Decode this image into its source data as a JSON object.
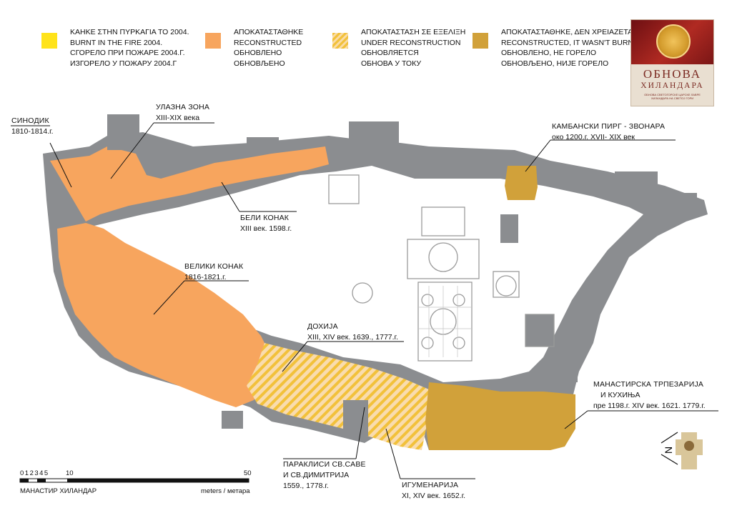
{
  "legend": [
    {
      "color": "#ffe31a",
      "hatch": false,
      "lines": [
        "ΚΑΗΚΕ ΣΤΗΝ ΠΥΡΚΑΓΙΑ ΤΟ 2004.",
        "BURNT IN THE FIRE 2004.",
        "СГОРЕЛО ПРИ ПОЖАРЕ 2004.Г.",
        "ИЗГОРЕЛО У ПОЖАРУ 2004.Г"
      ]
    },
    {
      "color": "#f7a55e",
      "hatch": false,
      "lines": [
        "ΑΠΟΚΑΤΑΣΤΑΘΗΚΕ",
        "RECONSTRUCTED",
        "ОБНОВЛЕНО",
        "ОБНОВЉЕНО"
      ]
    },
    {
      "color": "#f7b36a",
      "hatch": true,
      "lines": [
        "ΑΠΟΚΑΤΑΣΤΑΣΗ ΣΕ ΕΞΕΛΙΞΗ",
        "UNDER RECONSTRUCTION",
        "ОБНОВЛЯЕТСЯ",
        "ОБНОВА У ТОКУ"
      ]
    },
    {
      "color": "#d1a13a",
      "hatch": false,
      "lines": [
        "ΑΠΟΚΑΤΑΣΤΑΘΗΚΕ, ΔΕΝ ΧΡΕΙΑΖΕΤΑΙ",
        "RECONSTRUCTED, IT WASN'T BURNING",
        "ОБНОВЛЕНО, НЕ ГОРЕЛО",
        "ОБНОВЉЕНО, НИЈЕ ГОРЕЛО"
      ]
    }
  ],
  "logo": {
    "title": "ОБНОВА",
    "subtitle": "ХИЛАНДАРА",
    "small": "ОБНОВА СВЕТОГОРСКЕ ЦАРСКЕ ЛАВРЕ ХИЛАНДАРА НА СВЕТОЈ ГОРИ"
  },
  "labels": {
    "sinodik": {
      "title": "СИНОДИК",
      "date": "1810-1814.г."
    },
    "ulazna": {
      "title": "УЛАЗНА  ЗОНА",
      "date": "XIII-XIX века"
    },
    "beli": {
      "title": "БЕЛИ  КОНАК",
      "date": "XIII век. 1598.г."
    },
    "veliki": {
      "title": "ВЕЛИКИ КОНАК",
      "date": "1816-1821.г."
    },
    "dohija": {
      "title": "ДОХИЈА",
      "date": "XIII, XIV век. 1639., 1777.г."
    },
    "paraklisi": {
      "title": "ПАРАКЛИСИ СВ.САВЕ",
      "title2": "И СВ.ДИМИТРИЈА",
      "date": "1559., 1778.г."
    },
    "igumenarija": {
      "title": "ИГУМЕНАРИЈА",
      "date": "XI, XIV век. 1652.г."
    },
    "trpezarija": {
      "title": "МАНАСТИРСКА ТРПЕЗАРИЈА",
      "title2": "И КУХИЊА",
      "date": "пре 1198.г. XIV век. 1621. 1779.г."
    },
    "kambanski": {
      "title": "КАМБАНСКИ ПИРГ - ЗВОНАРА",
      "date": "око 1200.г. XVII- XIX век"
    }
  },
  "scale": {
    "ticks": "012345",
    "mid": "10",
    "end": "50",
    "caption": "МАНАСТИР  ХИЛАНДАР",
    "units": "meters / метара"
  },
  "colors": {
    "wall": "#8b8d90",
    "reconstructed": "#f7a55e",
    "not_burning": "#d1a13a",
    "hatch": "#f2c13b"
  },
  "icons": {
    "north": "north-arrow-icon"
  }
}
